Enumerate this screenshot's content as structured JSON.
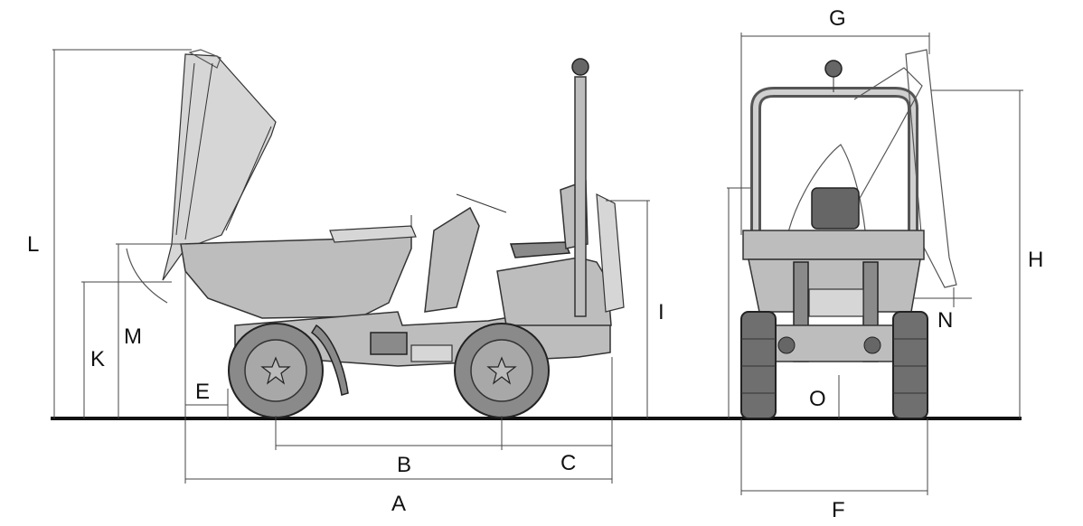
{
  "diagram": {
    "colors": {
      "ink": "#111111",
      "body": "#bdbdbd",
      "tire": "#8a8a8a",
      "ground": "#111111"
    },
    "labels": {
      "A": "A",
      "B": "B",
      "C": "C",
      "E": "E",
      "F": "F",
      "G": "G",
      "H": "H",
      "I": "I",
      "K": "K",
      "L": "L",
      "M": "M",
      "N": "N",
      "O": "O"
    }
  }
}
